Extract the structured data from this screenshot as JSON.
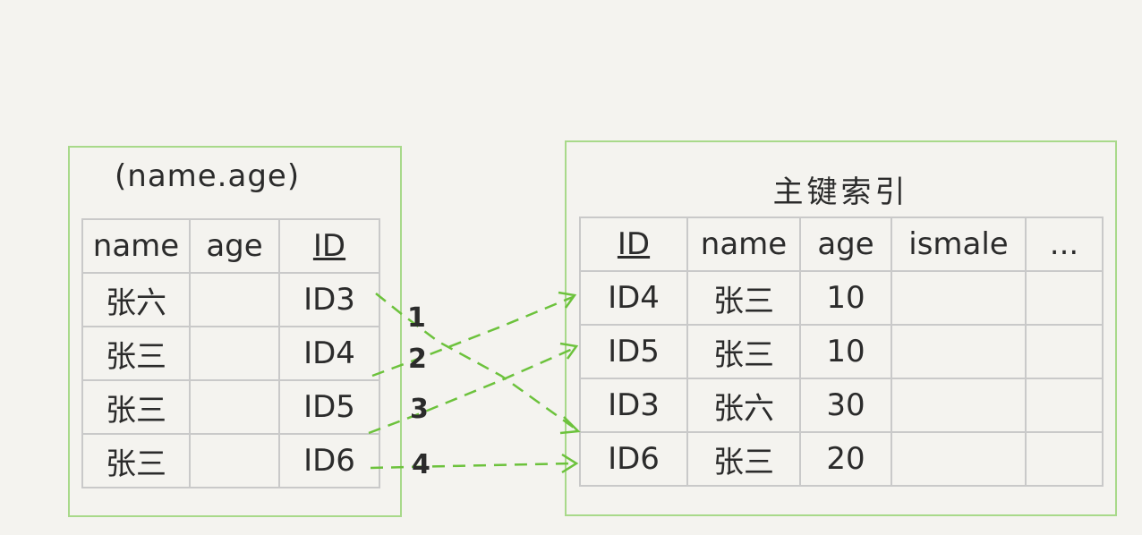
{
  "left_index": {
    "title": "(name.age)",
    "columns": [
      "name",
      "age",
      "ID"
    ],
    "rows": [
      [
        "张六",
        "",
        "ID3"
      ],
      [
        "张三",
        "",
        "ID4"
      ],
      [
        "张三",
        "",
        "ID5"
      ],
      [
        "张三",
        "",
        "ID6"
      ]
    ]
  },
  "primary_index": {
    "title": "主键索引",
    "columns": [
      "ID",
      "name",
      "age",
      "ismale",
      "..."
    ],
    "rows": [
      [
        "ID4",
        "张三",
        "10",
        "",
        ""
      ],
      [
        "ID5",
        "张三",
        "10",
        "",
        ""
      ],
      [
        "ID3",
        "张六",
        "30",
        "",
        ""
      ],
      [
        "ID6",
        "张三",
        "20",
        "",
        ""
      ]
    ]
  },
  "lookup_order": [
    "1",
    "2",
    "3",
    "4"
  ],
  "colors": {
    "frame": "#a8d98a",
    "arrow": "#6cc23c",
    "grid": "#c9c9c9",
    "background": "#f4f3ef"
  }
}
